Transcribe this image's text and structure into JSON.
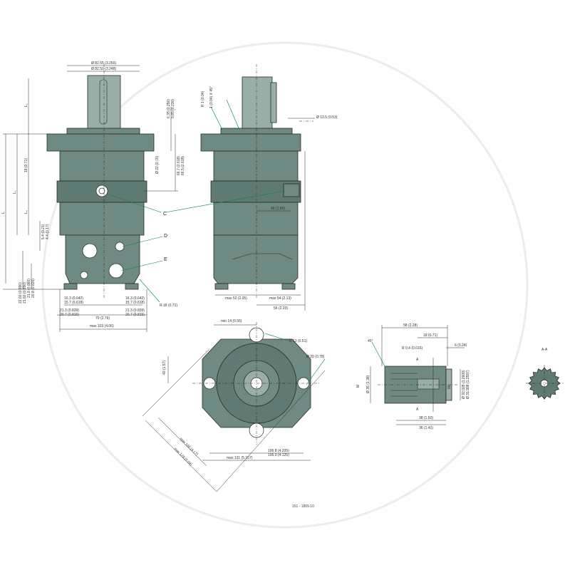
{
  "colors": {
    "body": "#6f8a82",
    "body_dark": "#5f7a72",
    "shaft": "#9aaea8",
    "dimension_line": "#2a2a2a",
    "leader_green": "#008a3a",
    "watermark": "#ececec"
  },
  "front_view": {
    "top_diam_1": "Ø 82.55 (3.250)",
    "top_diam_2": "Ø 82.50 (3.248)",
    "L2": "L₂",
    "L3": "L₃",
    "L4": "L₄",
    "L": "L",
    "d18": "18 (0.71)",
    "d54": "5.4 (0.21)",
    "d44": "4.4 (0.17)",
    "right_a": "6.35 (0.250)",
    "right_b": "5.85 (0.230)",
    "right_d22": "Ø 22 (0.76)",
    "right_c": "66.7 (2.618)",
    "right_d": "66.5 (2.618)",
    "left_a": "22.60 (0.890)",
    "left_b": "21.60 (0.850)",
    "left_c": "21.8 (0.860)",
    "left_d": "20.8 (0.820)",
    "b1a": "16.3 (0.642)",
    "b1b": "15.7 (0.618)",
    "b2a": "16.3 (0.642)",
    "b2b": "15.7 (0.618)",
    "b3a": "21.3 (0.839)",
    "b3b": "20.7 (0.815)",
    "b4a": "70 (2.76)",
    "b5a": "21.3 (0.839)",
    "b5b": "20.7 (0.815)",
    "b6": "max 103 (4.06)",
    "r18": "R 18 (0.71)"
  },
  "labels": {
    "C": "C",
    "D": "D",
    "E": "E",
    "A": "A",
    "AA": "A-A"
  },
  "side_view": {
    "r1": "R 1 (0.04)",
    "chamfer": "1 (0.04) X 45°",
    "d135": "Ø 13.5 (0.53)",
    "d48": "48 (1.89)",
    "max52": "max 52 (2.05)",
    "max54": "max 54 (2.13)",
    "d56": "56 (2.20)"
  },
  "bottom_view": {
    "min14": "min 14 (0.55)",
    "r13": "R 13 (0.51)",
    "d20": "Ø 20 (0.78)",
    "d40": "40 (1.57)",
    "max106": "max 106 (4.17)",
    "max128": "max 128 (5.04)",
    "max131": "max 131 (5.157)",
    "d1068": "106.8 (4.205)",
    "d1060": "106.0 (4.125)"
  },
  "shaft_detail": {
    "d58": "58 (2.28)",
    "d18": "18 (0.71)",
    "deg45": "45°",
    "r04": "R 0.4 (0.016)",
    "d6": "6 (0.24)",
    "d35": "Ø 35 (1.38)",
    "m": "M",
    "d38": "38 (1.50)",
    "d36": "36 (1.42)",
    "spline_a": "Ø 32.028 (1.2609)",
    "spline_b": "Ø 31.998 (1.2597)",
    "d66": "66"
  },
  "drawing_code": "151 - 1809.10"
}
